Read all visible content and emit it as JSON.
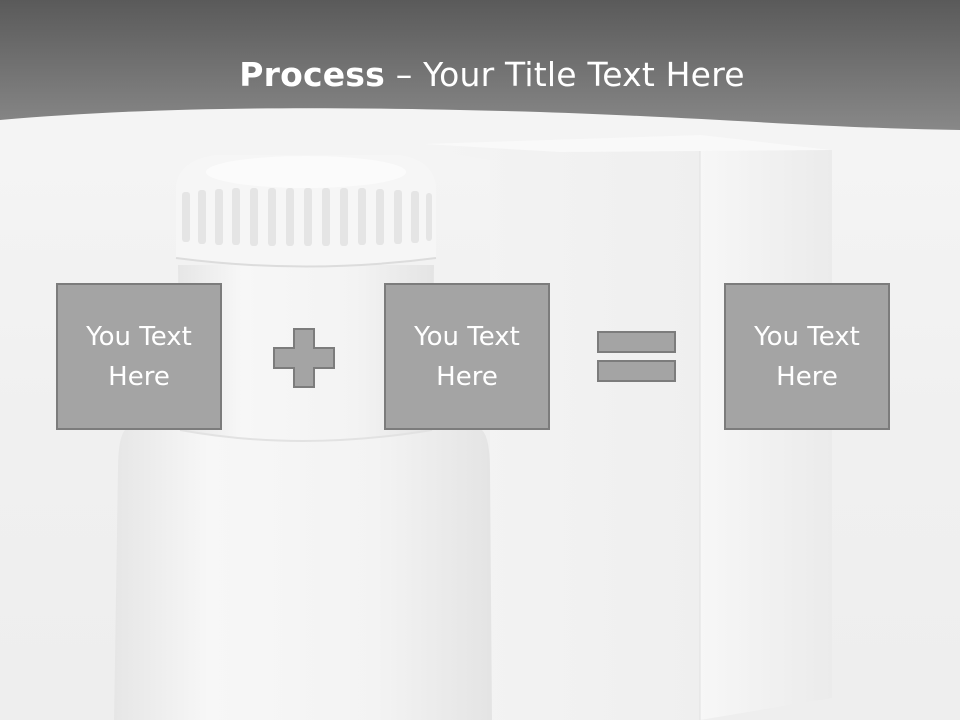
{
  "title": {
    "bold_part": "Process",
    "separator": " – ",
    "rest": "Your Title Text Here"
  },
  "boxes": [
    {
      "text": "You Text Here"
    },
    {
      "text": "You Text Here"
    },
    {
      "text": "You Text Here"
    }
  ],
  "operators": {
    "plus": "plus-icon",
    "equals": "equals-icon"
  },
  "colors": {
    "header": "#5d5d5d",
    "box_fill": "#a4a4a4",
    "box_border": "#7c7c7c",
    "text": "#ffffff"
  }
}
